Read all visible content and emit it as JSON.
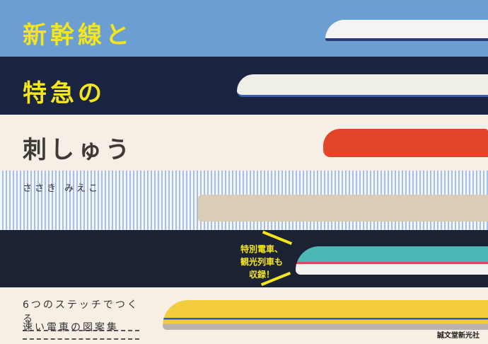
{
  "cover": {
    "title_lines": [
      "新幹線と",
      "特急の",
      "刺しゅう"
    ],
    "author": "ささき みえこ",
    "callout_lines": [
      "特別電車、",
      "観光列車も",
      "収録！"
    ],
    "subtitle_lines": [
      "6つのステッチでつくる",
      "速い電車の図案集"
    ],
    "publisher": "誠文堂新光社"
  },
  "colors": {
    "title_yellow": "#f4e51c",
    "band_blue": "#6c9fd1",
    "band_navy": "#1a2340"
  }
}
